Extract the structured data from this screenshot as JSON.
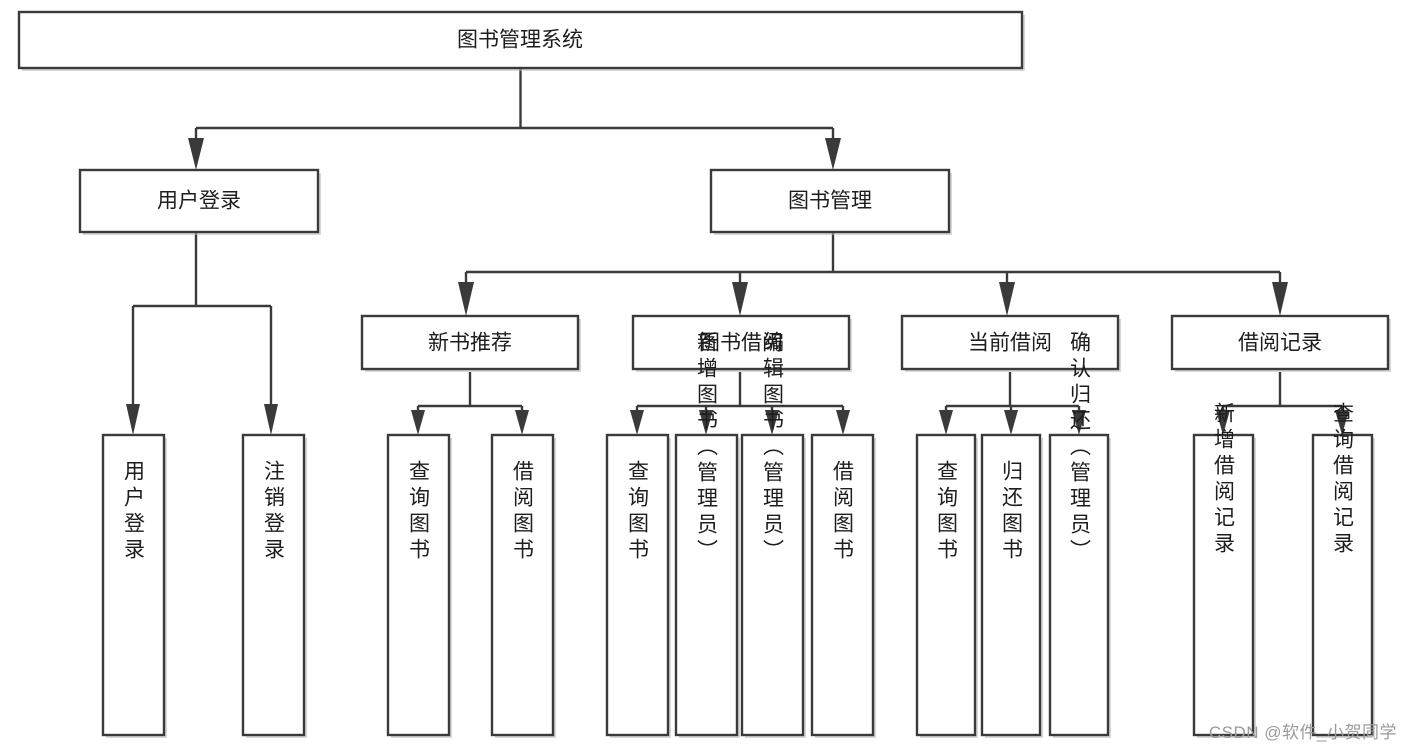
{
  "diagram": {
    "type": "tree-hierarchy",
    "title": "图书管理系统",
    "orientation": "top-down",
    "watermark": "CSDN @软件_小贺同学",
    "colors": {
      "box_stroke": "#3a3a3a",
      "box_fill": "#ffffff",
      "connector": "#3a3a3a",
      "text": "#1d1d1d",
      "watermark": "#9b9b9b",
      "background": "#ffffff"
    },
    "root": {
      "label": "图书管理系统"
    },
    "level1": [
      {
        "label": "用户登录"
      },
      {
        "label": "图书管理"
      }
    ],
    "level2": [
      {
        "label": "新书推荐"
      },
      {
        "label": "图书借阅"
      },
      {
        "label": "当前借阅"
      },
      {
        "label": "借阅记录"
      }
    ],
    "leaves": {
      "user_login": [
        {
          "label": "用户登录"
        },
        {
          "label": "注销登录"
        }
      ],
      "new_book_recommend": [
        {
          "label": "查询图书"
        },
        {
          "label": "借阅图书"
        }
      ],
      "book_borrow": [
        {
          "label": "查询图书"
        },
        {
          "label": "新增图书（管理员）"
        },
        {
          "label": "编辑图书（管理员）"
        },
        {
          "label": "借阅图书"
        }
      ],
      "current_borrow": [
        {
          "label": "查询图书"
        },
        {
          "label": "归还图书"
        },
        {
          "label": "确认归还（管理员）"
        }
      ],
      "borrow_record": [
        {
          "label": "新增借阅记录"
        },
        {
          "label": "查询借阅记录"
        }
      ]
    }
  }
}
